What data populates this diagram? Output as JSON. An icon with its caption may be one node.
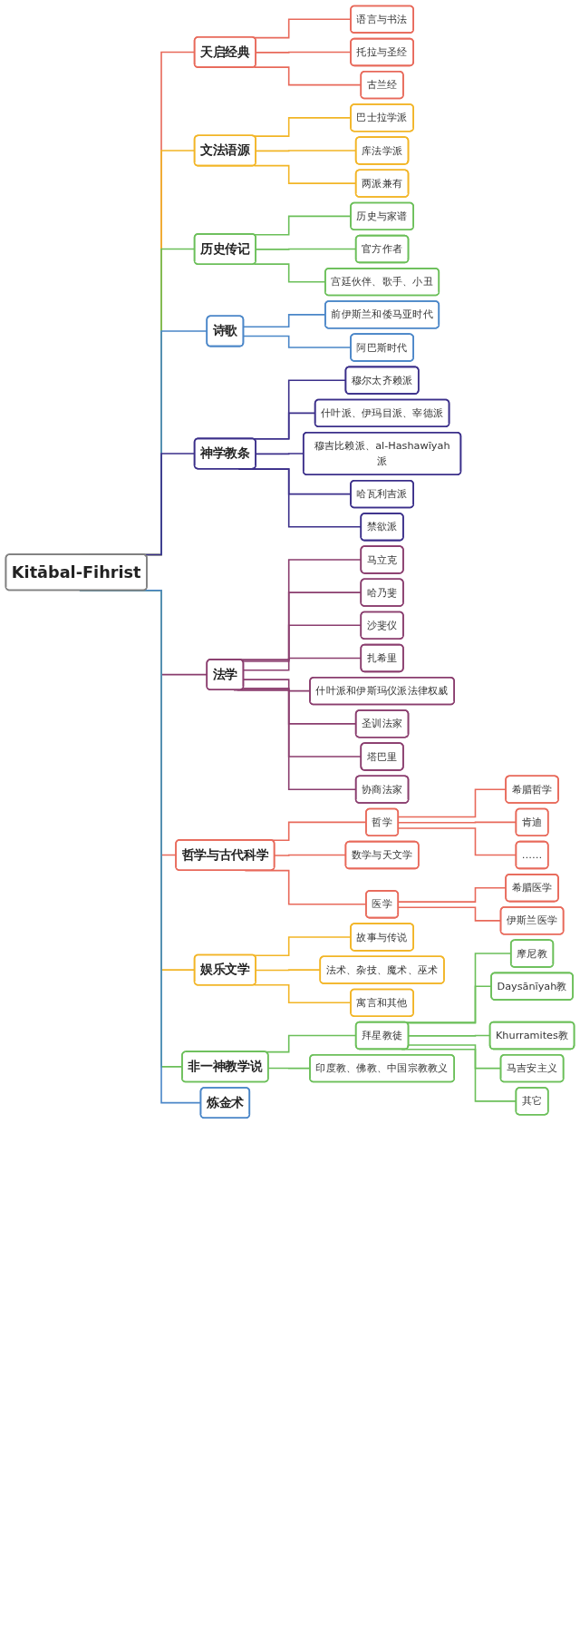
{
  "diagram": {
    "nodes": [
      {
        "text": [
          "Kitābal-Fihrist"
        ]
      },
      {
        "text": [
          "天启经典"
        ]
      },
      {
        "text": [
          "语言与书法"
        ]
      },
      {
        "text": [
          "托拉与圣经"
        ]
      },
      {
        "text": [
          "古兰经"
        ]
      },
      {
        "text": [
          "文法语源"
        ]
      },
      {
        "text": [
          "巴士拉学派"
        ]
      },
      {
        "text": [
          "库法学派"
        ]
      },
      {
        "text": [
          "两派兼有"
        ]
      },
      {
        "text": [
          "历史传记"
        ]
      },
      {
        "text": [
          "历史与家谱"
        ]
      },
      {
        "text": [
          "官方作者"
        ]
      },
      {
        "text": [
          "宫廷伙伴、歌手、小丑"
        ]
      },
      {
        "text": [
          "诗歌"
        ]
      },
      {
        "text": [
          "前伊斯兰和倭马亚时代"
        ]
      },
      {
        "text": [
          "阿巴斯时代"
        ]
      },
      {
        "text": [
          "神学教条"
        ]
      },
      {
        "text": [
          "穆尔太齐赖派"
        ]
      },
      {
        "text": [
          "什叶派、伊玛目派、宰德派"
        ]
      },
      {
        "text": [
          "穆吉比赖派、al-Hashawīyah派"
        ]
      },
      {
        "text": [
          "哈瓦利吉派"
        ]
      },
      {
        "text": [
          "禁欲派"
        ]
      },
      {
        "text": [
          "法学"
        ]
      },
      {
        "text": [
          "马立克"
        ]
      },
      {
        "text": [
          "哈乃斐"
        ]
      },
      {
        "text": [
          "沙斐仪"
        ]
      },
      {
        "text": [
          "扎希里"
        ]
      },
      {
        "text": [
          "什叶派和伊斯玛仪派法律权威"
        ]
      },
      {
        "text": [
          "圣训法家"
        ]
      },
      {
        "text": [
          "塔巴里"
        ]
      },
      {
        "text": [
          "协商法家"
        ]
      },
      {
        "text": [
          "哲学与古代科学"
        ]
      },
      {
        "text": [
          "哲学"
        ]
      },
      {
        "text": [
          "希腊哲学"
        ]
      },
      {
        "text": [
          "肯迪"
        ]
      },
      {
        "text": [
          "……"
        ]
      },
      {
        "text": [
          "数学与天文学"
        ]
      },
      {
        "text": [
          "医学"
        ]
      },
      {
        "text": [
          "希腊医学"
        ]
      },
      {
        "text": [
          "伊斯兰医学"
        ]
      },
      {
        "text": [
          "娱乐文学"
        ]
      },
      {
        "text": [
          "故事与传说"
        ]
      },
      {
        "text": [
          "法术、杂技、魔术、巫术"
        ]
      },
      {
        "text": [
          "寓言和其他"
        ]
      },
      {
        "text": [
          "非一神教学说"
        ]
      },
      {
        "text": [
          "拜星教徒"
        ]
      },
      {
        "text": [
          "摩尼教"
        ]
      },
      {
        "text": [
          "Daysānīyah教"
        ]
      },
      {
        "text": [
          "Khurramites教"
        ]
      },
      {
        "text": [
          "马吉安主义"
        ]
      },
      {
        "text": [
          "其它"
        ]
      },
      {
        "text": [
          "印度教、佛教、中国宗教教义"
        ]
      },
      {
        "text": [
          "炼金术"
        ]
      }
    ],
    "edges": [
      {
        "from": 0,
        "to": 1,
        "arrow": "none",
        "color": "#e8695a"
      },
      {
        "from": 1,
        "to": 2,
        "arrow": "none",
        "color": "#e8695a"
      },
      {
        "from": 1,
        "to": 3,
        "arrow": "none",
        "color": "#e8695a"
      },
      {
        "from": 1,
        "to": 4,
        "arrow": "none",
        "color": "#e8695a"
      },
      {
        "from": 0,
        "to": 5,
        "arrow": "none",
        "color": "#f2b526"
      },
      {
        "from": 5,
        "to": 6,
        "arrow": "none",
        "color": "#f2b526"
      },
      {
        "from": 5,
        "to": 7,
        "arrow": "none",
        "color": "#f2b526"
      },
      {
        "from": 5,
        "to": 8,
        "arrow": "none",
        "color": "#f2b526"
      },
      {
        "from": 0,
        "to": 9,
        "arrow": "none",
        "color": "#6bbf59"
      },
      {
        "from": 9,
        "to": 10,
        "arrow": "none",
        "color": "#6bbf59"
      },
      {
        "from": 9,
        "to": 11,
        "arrow": "none",
        "color": "#6bbf59"
      },
      {
        "from": 9,
        "to": 12,
        "arrow": "none",
        "color": "#6bbf59"
      },
      {
        "from": 0,
        "to": 13,
        "arrow": "none",
        "color": "#4a86c8"
      },
      {
        "from": 13,
        "to": 14,
        "arrow": "none",
        "color": "#4a86c8"
      },
      {
        "from": 13,
        "to": 15,
        "arrow": "none",
        "color": "#4a86c8"
      },
      {
        "from": 0,
        "to": 16,
        "arrow": "none",
        "color": "#3b2f8a"
      },
      {
        "from": 16,
        "to": 17,
        "arrow": "none",
        "color": "#3b2f8a"
      },
      {
        "from": 16,
        "to": 18,
        "arrow": "none",
        "color": "#3b2f8a"
      },
      {
        "from": 16,
        "to": 19,
        "arrow": "none",
        "color": "#3b2f8a"
      },
      {
        "from": 16,
        "to": 20,
        "arrow": "none",
        "color": "#3b2f8a"
      },
      {
        "from": 16,
        "to": 21,
        "arrow": "none",
        "color": "#3b2f8a"
      },
      {
        "from": 0,
        "to": 22,
        "arrow": "none",
        "color": "#8a3d6e"
      },
      {
        "from": 22,
        "to": 23,
        "arrow": "none",
        "color": "#8a3d6e"
      },
      {
        "from": 22,
        "to": 24,
        "arrow": "none",
        "color": "#8a3d6e"
      },
      {
        "from": 22,
        "to": 25,
        "arrow": "none",
        "color": "#8a3d6e"
      },
      {
        "from": 22,
        "to": 26,
        "arrow": "none",
        "color": "#8a3d6e"
      },
      {
        "from": 22,
        "to": 27,
        "arrow": "none",
        "color": "#8a3d6e"
      },
      {
        "from": 22,
        "to": 28,
        "arrow": "none",
        "color": "#8a3d6e"
      },
      {
        "from": 22,
        "to": 29,
        "arrow": "none",
        "color": "#8a3d6e"
      },
      {
        "from": 22,
        "to": 30,
        "arrow": "none",
        "color": "#8a3d6e"
      },
      {
        "from": 0,
        "to": 31,
        "arrow": "none",
        "color": "#e8695a"
      },
      {
        "from": 31,
        "to": 32,
        "arrow": "none",
        "color": "#e8695a"
      },
      {
        "from": 32,
        "to": 33,
        "arrow": "none",
        "color": "#e8695a"
      },
      {
        "from": 32,
        "to": 34,
        "arrow": "none",
        "color": "#e8695a"
      },
      {
        "from": 32,
        "to": 35,
        "arrow": "none",
        "color": "#e8695a"
      },
      {
        "from": 31,
        "to": 36,
        "arrow": "none",
        "color": "#e8695a"
      },
      {
        "from": 31,
        "to": 37,
        "arrow": "none",
        "color": "#e8695a"
      },
      {
        "from": 37,
        "to": 38,
        "arrow": "none",
        "color": "#e8695a"
      },
      {
        "from": 37,
        "to": 39,
        "arrow": "none",
        "color": "#e8695a"
      },
      {
        "from": 0,
        "to": 40,
        "arrow": "none",
        "color": "#f2b526"
      },
      {
        "from": 40,
        "to": 41,
        "arrow": "none",
        "color": "#f2b526"
      },
      {
        "from": 40,
        "to": 42,
        "arrow": "none",
        "color": "#f2b526"
      },
      {
        "from": 40,
        "to": 43,
        "arrow": "none",
        "color": "#f2b526"
      },
      {
        "from": 0,
        "to": 44,
        "arrow": "none",
        "color": "#6bbf59"
      },
      {
        "from": 44,
        "to": 45,
        "arrow": "none",
        "color": "#6bbf59"
      },
      {
        "from": 45,
        "to": 46,
        "arrow": "none",
        "color": "#6bbf59"
      },
      {
        "from": 45,
        "to": 47,
        "arrow": "none",
        "color": "#6bbf59"
      },
      {
        "from": 45,
        "to": 48,
        "arrow": "none",
        "color": "#6bbf59"
      },
      {
        "from": 45,
        "to": 49,
        "arrow": "none",
        "color": "#6bbf59"
      },
      {
        "from": 45,
        "to": 50,
        "arrow": "none",
        "color": "#6bbf59"
      },
      {
        "from": 44,
        "to": 51,
        "arrow": "none",
        "color": "#6bbf59"
      },
      {
        "from": 0,
        "to": 52,
        "arrow": "none",
        "color": "#4a86c8"
      }
    ]
  }
}
